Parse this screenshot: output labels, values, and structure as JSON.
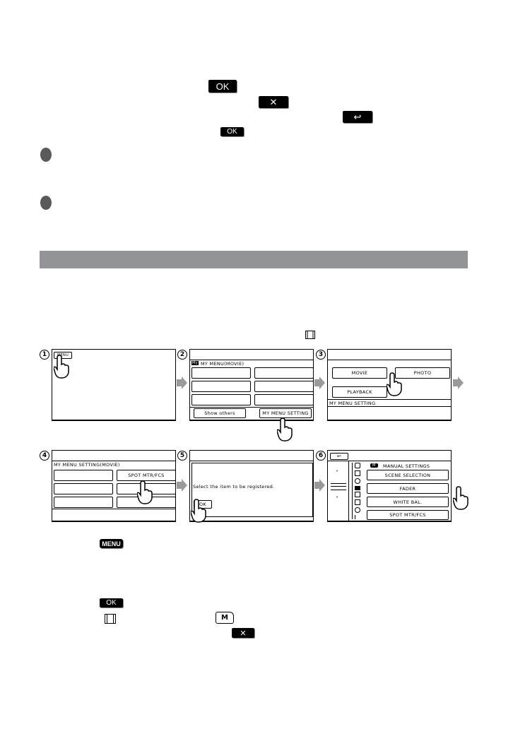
{
  "inline_icons": {
    "ok": "OK",
    "close": "✕",
    "back": "↩",
    "menu": "MENU",
    "movie": "film-icon",
    "manual": "M"
  },
  "colors": {
    "section_bar": "#939498",
    "bullet": "#5a5a5c",
    "arrow": "#9a9a9a"
  },
  "steps": {
    "n": [
      "1",
      "2",
      "3",
      "4",
      "5",
      "6"
    ],
    "p1": {
      "menu": "MENU"
    },
    "p2": {
      "badge": "My",
      "title": "MY MENU(MOVIE)",
      "show_others": "Show others",
      "setting": "MY MENU SETTING"
    },
    "p3": {
      "movie": "MOVIE",
      "photo": "PHOTO",
      "playback": "PLAYBACK",
      "setting": "MY MENU SETTING"
    },
    "p4": {
      "title": "MY MENU SETTING(MOVIE)",
      "spot": "SPOT MTR/FCS"
    },
    "p5": {
      "message": "Select the item to be registered.",
      "ok": "OK"
    },
    "p6": {
      "up": "˄",
      "down": "˅",
      "category": "MANUAL SETTINGS",
      "badge": "M",
      "items": [
        "SCENE SELECTION",
        "FADER",
        "WHITE BAL.",
        "SPOT MTR/FCS"
      ]
    }
  }
}
